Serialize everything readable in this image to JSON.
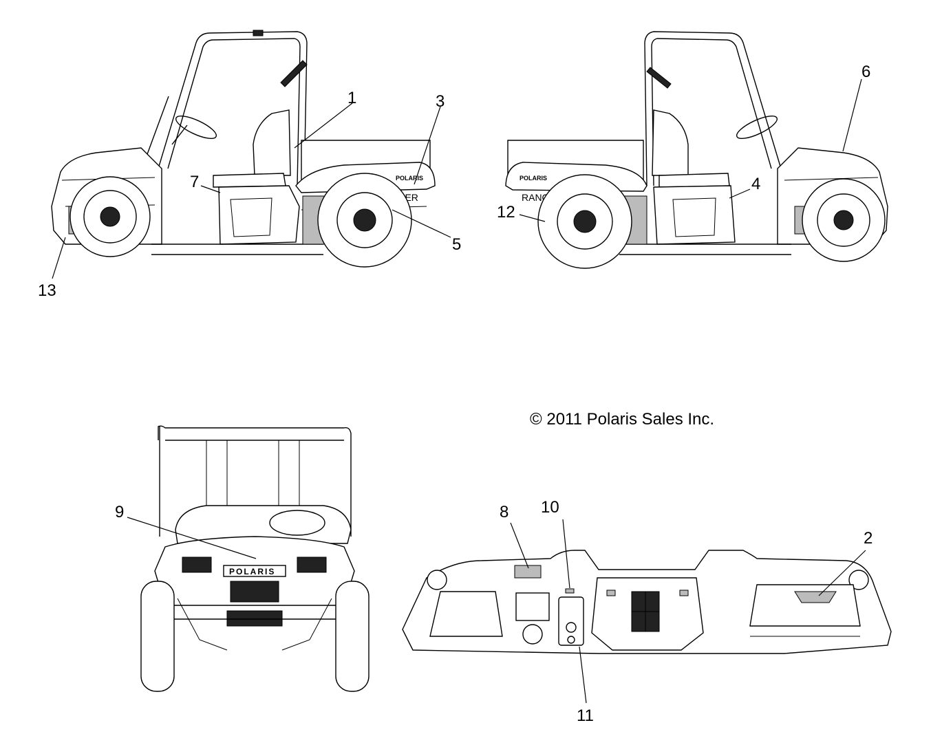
{
  "copyright": "© 2011 Polaris Sales Inc.",
  "decal_text": {
    "left_bed_brand": "POLARIS",
    "left_bed_model": "RANGER",
    "right_bed_brand": "POLARIS",
    "right_bed_model": "RANGER",
    "grille_brand": "POLARIS"
  },
  "callouts": {
    "c1": "1",
    "c2": "2",
    "c3": "3",
    "c4": "4",
    "c5": "5",
    "c6": "6",
    "c7": "7",
    "c8": "8",
    "c9": "9",
    "c10": "10",
    "c11": "11",
    "c12": "12",
    "c13": "13"
  }
}
